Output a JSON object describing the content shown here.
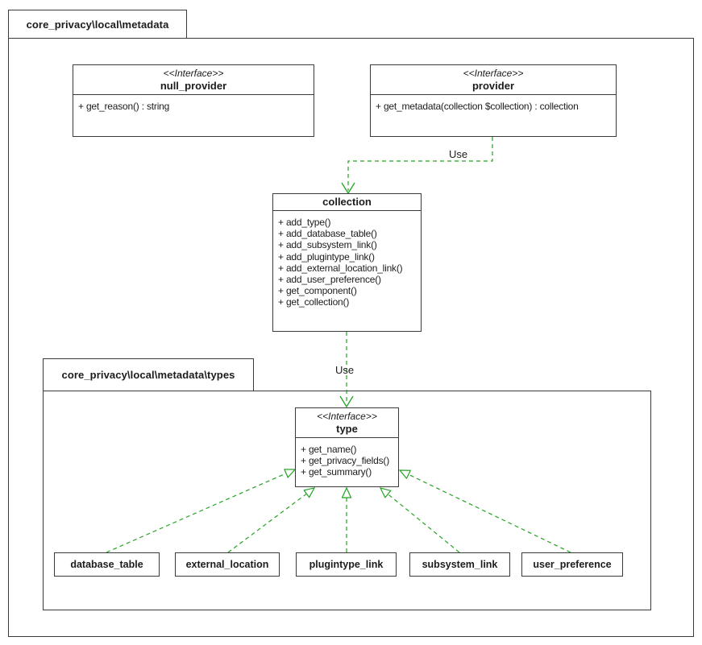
{
  "packages": {
    "outer": {
      "label": "core_privacy\\local\\metadata"
    },
    "inner": {
      "label": "core_privacy\\local\\metadata\\types"
    }
  },
  "classes": {
    "null_provider": {
      "stereotype": "<<Interface>>",
      "name": "null_provider",
      "methods": [
        "+ get_reason() : string"
      ]
    },
    "provider": {
      "stereotype": "<<Interface>>",
      "name": "provider",
      "methods": [
        "+ get_metadata(collection $collection) : collection"
      ]
    },
    "collection": {
      "name": "collection",
      "methods": [
        "+ add_type()",
        "+ add_database_table()",
        "+ add_subsystem_link()",
        "+ add_plugintype_link()",
        "+ add_external_location_link()",
        "+ add_user_preference()",
        "+ get_component()",
        "+ get_collection()"
      ]
    },
    "type": {
      "stereotype": "<<Interface>>",
      "name": "type",
      "methods": [
        "+ get_name()",
        "+ get_privacy_fields()",
        "+ get_summary()"
      ]
    }
  },
  "type_nodes": [
    {
      "name": "database_table"
    },
    {
      "name": "external_location"
    },
    {
      "name": "plugintype_link"
    },
    {
      "name": "subsystem_link"
    },
    {
      "name": "user_preference"
    }
  ],
  "edges": {
    "use_label": "Use",
    "relationships": [
      {
        "from": "provider",
        "to": "collection",
        "type": "dependency",
        "label": "Use"
      },
      {
        "from": "collection",
        "to": "type",
        "type": "dependency",
        "label": "Use"
      },
      {
        "from": "database_table",
        "to": "type",
        "type": "realization"
      },
      {
        "from": "external_location",
        "to": "type",
        "type": "realization"
      },
      {
        "from": "plugintype_link",
        "to": "type",
        "type": "realization"
      },
      {
        "from": "subsystem_link",
        "to": "type",
        "type": "realization"
      },
      {
        "from": "user_preference",
        "to": "type",
        "type": "realization"
      }
    ]
  },
  "colors": {
    "arrow_green": "#23a323",
    "border": "#3a3a3a"
  }
}
